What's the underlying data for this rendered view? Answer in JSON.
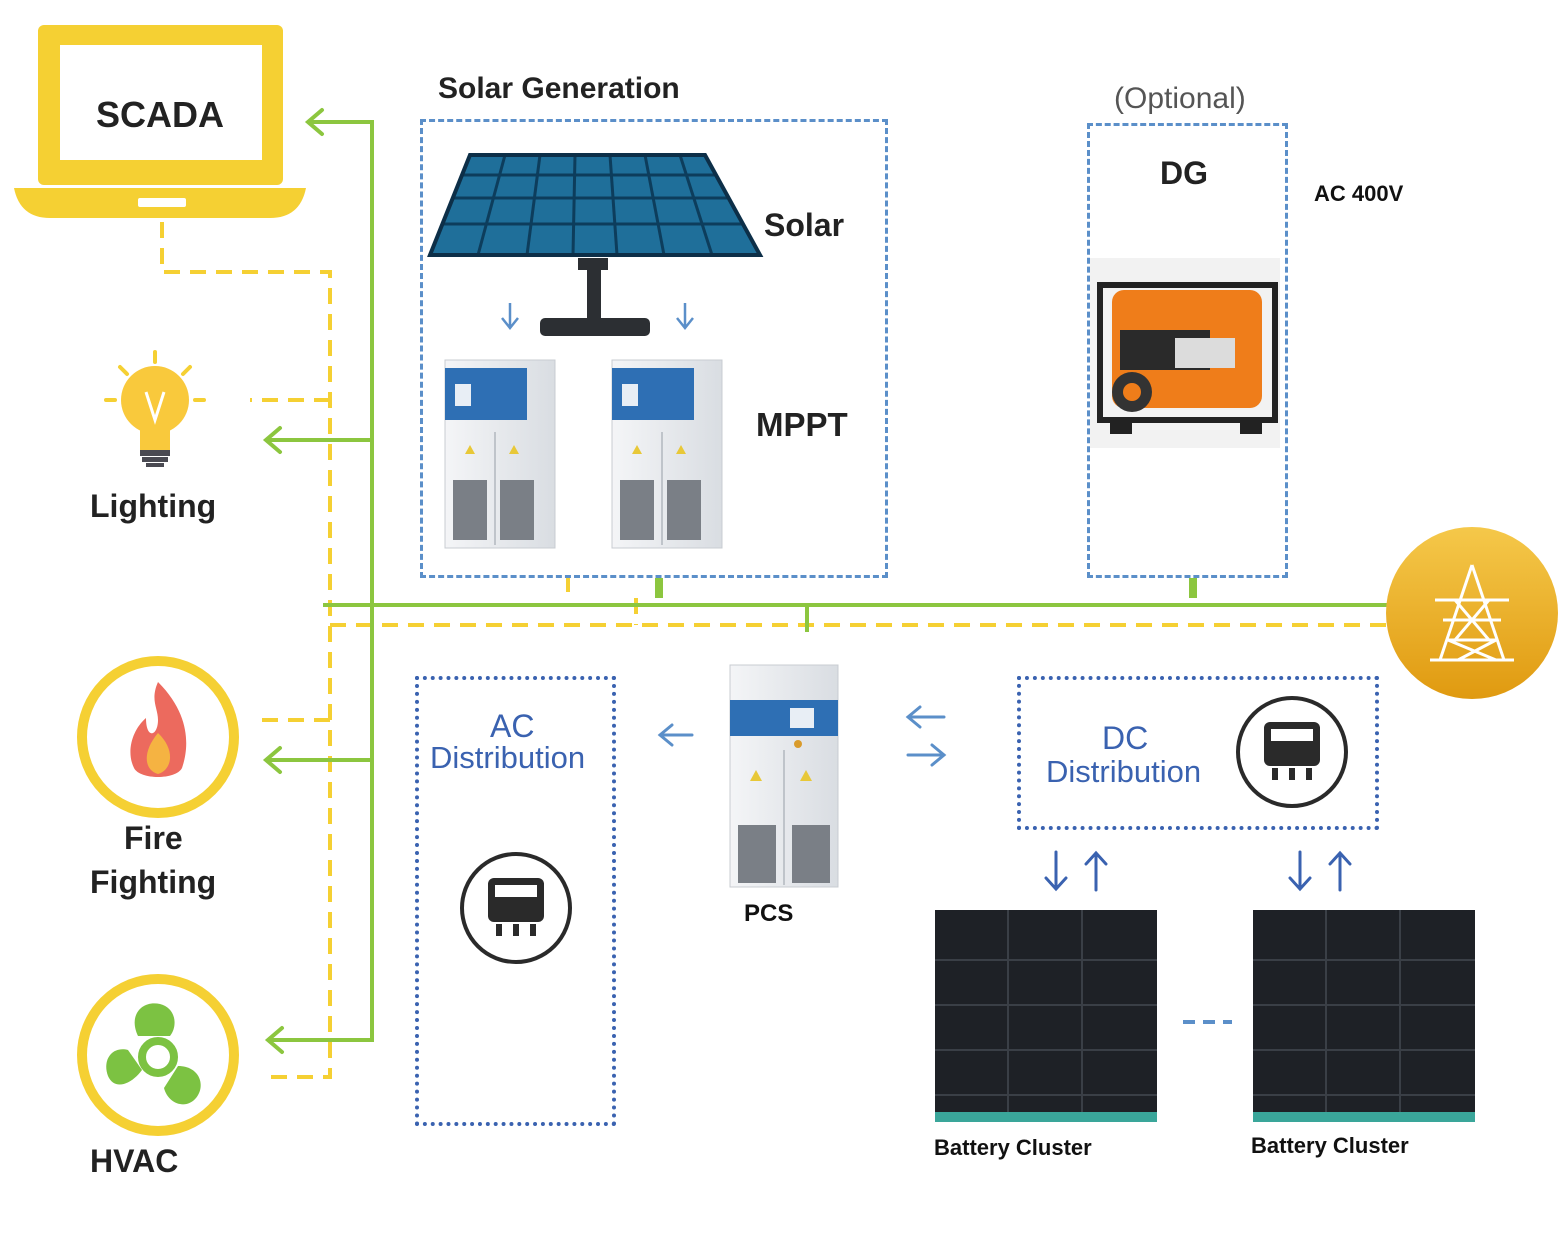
{
  "scada": {
    "label": "SCADA"
  },
  "loads": {
    "lighting": "Lighting",
    "fire_fighting_line1": "Fire",
    "fire_fighting_line2": "Fighting",
    "hvac": "HVAC"
  },
  "solar": {
    "title": "Solar Generation",
    "panel_label": "Solar",
    "mppt_label": "MPPT"
  },
  "dg": {
    "optional": "(Optional)",
    "label": "DG",
    "voltage": "AC 400V"
  },
  "ac_distribution": {
    "line1": "AC",
    "line2": "Distribution"
  },
  "dc_distribution": {
    "line1": "DC",
    "line2": "Distribution"
  },
  "pcs": {
    "label": "PCS"
  },
  "battery": {
    "left_label": "Battery Cluster",
    "right_label": "Battery Cluster"
  },
  "colors": {
    "power_line": "#8cc63f",
    "comm_line": "#f5d033",
    "accent_yellow": "#f5d033",
    "grid_orange": "#e8a317",
    "box_blue": "#5b8fc9"
  }
}
